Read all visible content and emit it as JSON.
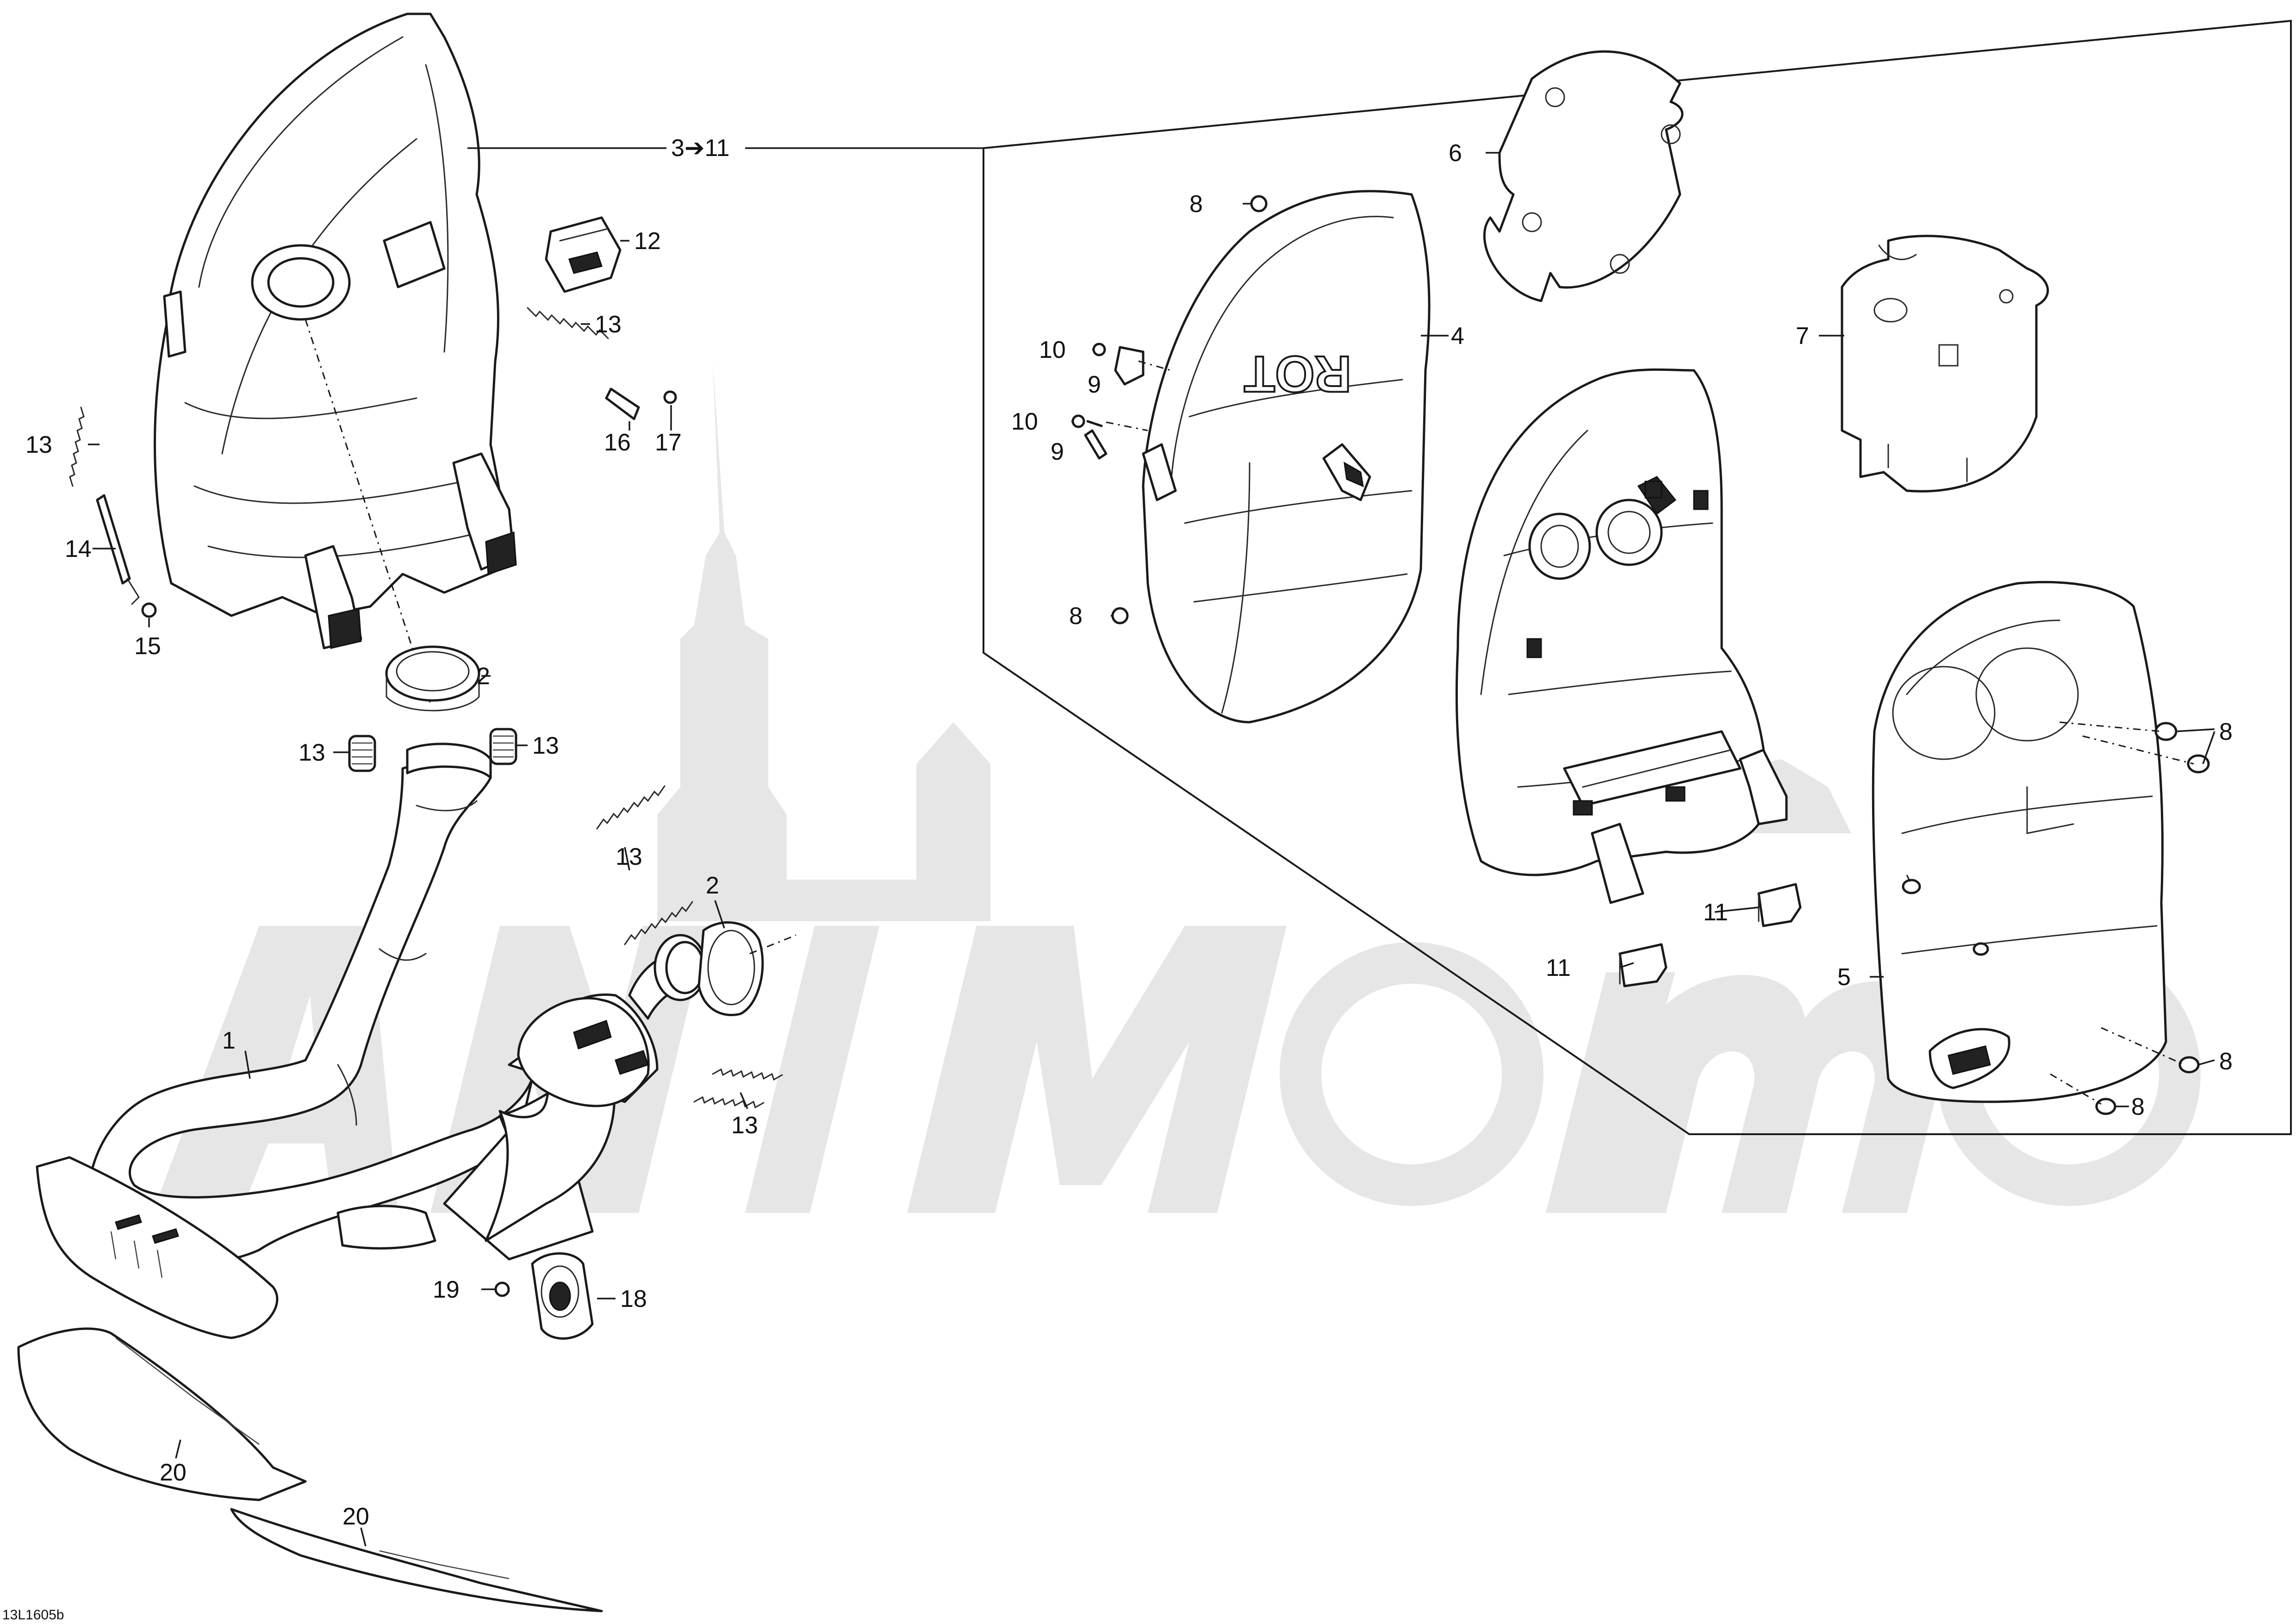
{
  "diagram": {
    "drawing_code": "13L1605b",
    "assembly_callout": "3➔11",
    "colors": {
      "line": "#1a1a1a",
      "watermark": "#e6e6e6",
      "background": "#ffffff"
    },
    "callouts": {
      "c1": "1",
      "c2a": "2",
      "c2b": "2",
      "c4": "4",
      "c5": "5",
      "c6": "6",
      "c7": "7",
      "c8a": "8",
      "c8b": "8",
      "c8c": "8",
      "c8d": "8",
      "c8e": "8",
      "c9a": "9",
      "c9b": "9",
      "c10a": "10",
      "c10b": "10",
      "c11a": "11",
      "c11b": "11",
      "c12": "12",
      "c13a": "13",
      "c13b": "13",
      "c13c": "13",
      "c13d": "13",
      "c13e": "13",
      "c13f": "13",
      "c14": "14",
      "c15": "15",
      "c16": "16",
      "c17": "17",
      "c18": "18",
      "c19": "19",
      "c20a": "20",
      "c20b": "20"
    }
  }
}
